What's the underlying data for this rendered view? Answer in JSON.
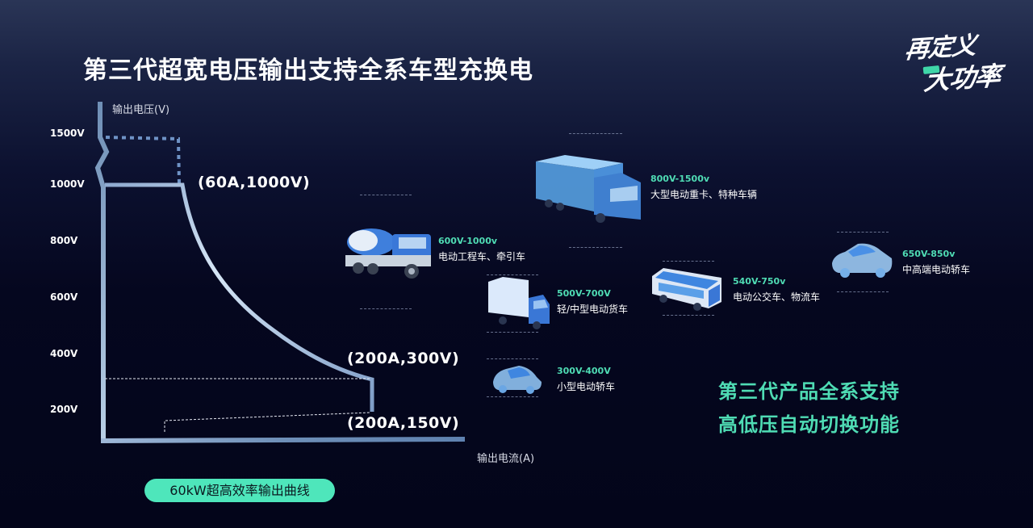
{
  "slide": {
    "title": "第三代超宽电压输出支持全系车型充换电",
    "logo": {
      "line1": "再定义",
      "line2": "大功率",
      "tag_color": "#3fd6a8"
    },
    "highlight": {
      "line1": "第三代产品全系支持",
      "line2": "高低压自动切换功能"
    },
    "pill_label": "60kW超高效率输出曲线"
  },
  "chart_data": {
    "type": "line",
    "title": "60kW超高效率输出曲线",
    "xlabel": "输出电流(A)",
    "ylabel": "输出电压(V)",
    "y_ticks": [
      "1500V",
      "1000V",
      "800V",
      "600V",
      "400V",
      "200V"
    ],
    "series": [
      {
        "name": "constant-power output curve",
        "points": [
          {
            "current_A": 0,
            "voltage_V": 1000
          },
          {
            "current_A": 60,
            "voltage_V": 1000
          },
          {
            "current_A": 100,
            "voltage_V": 600
          },
          {
            "current_A": 150,
            "voltage_V": 400
          },
          {
            "current_A": 200,
            "voltage_V": 300
          },
          {
            "current_A": 200,
            "voltage_V": 150
          }
        ]
      },
      {
        "name": "extended 1500V range (dotted)",
        "points": [
          {
            "current_A": 0,
            "voltage_V": 1500
          },
          {
            "current_A": 60,
            "voltage_V": 1500
          },
          {
            "current_A": 60,
            "voltage_V": 1000
          }
        ]
      }
    ],
    "annotations": [
      {
        "label": "(60A,1000V)",
        "current_A": 60,
        "voltage_V": 1000
      },
      {
        "label": "(200A,300V)",
        "current_A": 200,
        "voltage_V": 300
      },
      {
        "label": "(200A,150V)",
        "current_A": 200,
        "voltage_V": 150
      }
    ],
    "grid": false,
    "legend": "none"
  },
  "vehicles": [
    {
      "range": "800V-1500v",
      "name": "大型电动重卡、特种车辆",
      "icon": "heavy-truck-icon"
    },
    {
      "range": "600V-1000v",
      "name": "电动工程车、牵引车",
      "icon": "mixer-truck-icon"
    },
    {
      "range": "500V-700V",
      "name": "轻/中型电动货车",
      "icon": "light-truck-icon"
    },
    {
      "range": "300V-400V",
      "name": "小型电动轿车",
      "icon": "small-car-icon"
    },
    {
      "range": "540V-750v",
      "name": "电动公交车、物流车",
      "icon": "bus-icon"
    },
    {
      "range": "650V-850v",
      "name": "中高端电动轿车",
      "icon": "sedan-icon"
    }
  ]
}
